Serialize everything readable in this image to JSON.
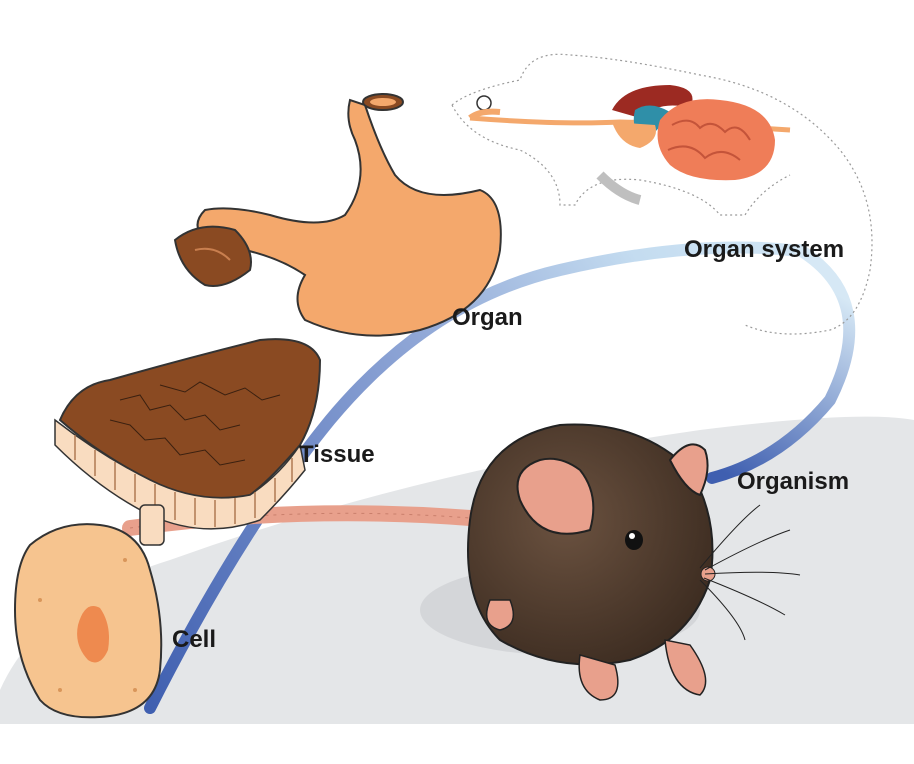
{
  "labels": {
    "cell": "Cell",
    "tissue": "Tissue",
    "organ": "Organ",
    "organ_system": "Organ system",
    "organism": "Organism"
  },
  "colors": {
    "arrow_start": "#3f5fb0",
    "arrow_end": "#cfe4f4",
    "cell_fill": "#f6c48f",
    "nucleus": "#ee8a4f",
    "tissue_top": "#8a4a22",
    "tissue_cells": "#f9dcc0",
    "stomach": "#f4a86c",
    "intestine": "#ef7d58",
    "liver": "#9c2a22",
    "mouse_body": "#4a3527",
    "mouse_skin": "#e8a08c",
    "ground": "#e4e6e8"
  },
  "icons": [
    "cell",
    "tissue-block",
    "stomach",
    "mouse-organ-system",
    "mouse"
  ]
}
